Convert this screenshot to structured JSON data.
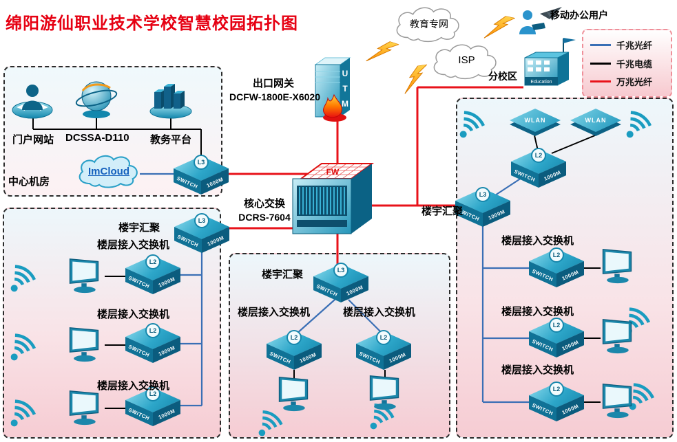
{
  "title": "绵阳游仙职业技术学校智慧校园拓扑图",
  "strings": {
    "switch_line1": "SWITCH",
    "switch_line2": "1000M",
    "l2": "L2",
    "l3": "L3",
    "wlan": "WLAN",
    "building_aggregation": "楼宇汇聚",
    "floor_access_switch": "楼层接入交换机"
  },
  "wan": {
    "edu_cloud": "教育专网",
    "isp_cloud": "ISP",
    "mobile_user": "移动办公用户",
    "branch_campus": "分校区",
    "branch_building_text": "Education"
  },
  "legend": {
    "items": [
      {
        "label": "千兆光纤",
        "color": "#3a6fb5"
      },
      {
        "label": "千兆电缆",
        "color": "#000000"
      },
      {
        "label": "万兆光纤",
        "color": "#e8121a"
      }
    ]
  },
  "gateway": {
    "name": "出口网关",
    "model": "DCFW-1800E-X6020",
    "device": "UTM"
  },
  "core": {
    "name": "核心交换",
    "model": "DCRS-7604",
    "device": "FW"
  },
  "server_room": {
    "label": "中心机房",
    "portal": "门户网站",
    "appliance": "DCSSA-D110",
    "edu_platform": "教务平台",
    "cloud": "ImCloud"
  }
}
